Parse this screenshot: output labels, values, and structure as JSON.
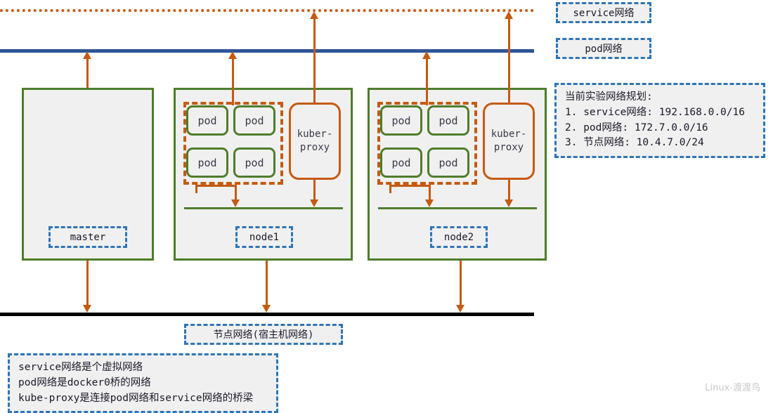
{
  "diagram": {
    "title": "Kubernetes network planning diagram",
    "colors": {
      "service_network_line": "#c55a11",
      "pod_network_line": "#2e5597",
      "node_network_line": "#000000",
      "host_box_border": "#4e7d2b",
      "pod_border": "#4e7d2b",
      "kuber_proxy_border": "#c55a11",
      "label_border": "#2e75b6",
      "box_fill": "#f0f0f0",
      "arrow": "#c55a11"
    }
  },
  "network_lines": {
    "service": {
      "label": "service网络",
      "style": "dotted"
    },
    "pod": {
      "label": "pod网络",
      "style": "solid"
    },
    "node": {
      "label": "节点网络(宿主机网络)",
      "style": "solid"
    }
  },
  "hosts": [
    {
      "name": "master",
      "label": "master",
      "pods": [],
      "kuber_proxy": null
    },
    {
      "name": "node1",
      "label": "node1",
      "pods": [
        "pod",
        "pod",
        "pod",
        "pod"
      ],
      "kuber_proxy": {
        "line1": "kuber-",
        "line2": "proxy"
      }
    },
    {
      "name": "node2",
      "label": "node2",
      "pods": [
        "pod",
        "pod",
        "pod",
        "pod"
      ],
      "kuber_proxy": {
        "line1": "kuber-",
        "line2": "proxy"
      }
    }
  ],
  "legend": {
    "service_network": "service网络",
    "pod_network": "pod网络"
  },
  "plan_box": {
    "title": "当前实验网络规划:",
    "items": [
      "1. service网络: 192.168.0.0/16",
      "2. pod网络: 172.7.0.0/16",
      "3. 节点网络: 10.4.7.0/24"
    ],
    "text": "当前实验网络规划:\n1. service网络: 192.168.0.0/16\n2. pod网络: 172.7.0.0/16\n3. 节点网络: 10.4.7.0/24"
  },
  "note_box": {
    "lines": [
      "service网络是个虚拟网络",
      "pod网络是docker0桥的网络",
      "kube-proxy是连接pod网络和service网络的桥梁"
    ],
    "text": "service网络是个虚拟网络\npod网络是docker0桥的网络\nkube-proxy是连接pod网络和service网络的桥梁"
  },
  "watermark": "Linux-渡渡鸟"
}
